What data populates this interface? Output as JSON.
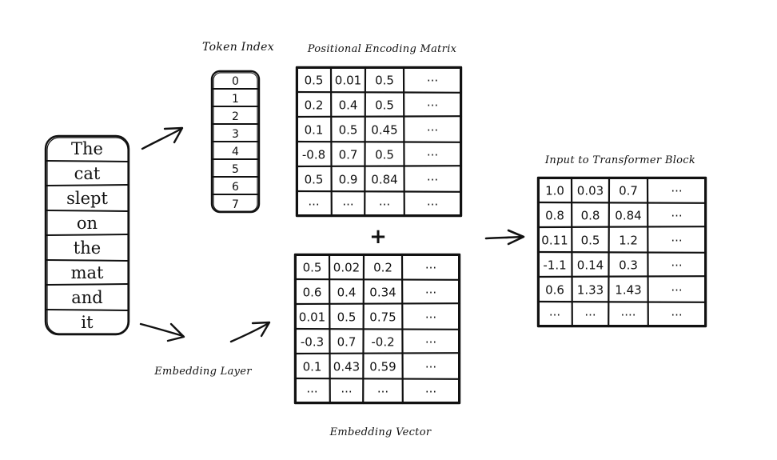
{
  "labels": {
    "token_index": "Token Index",
    "positional_encoding": "Positional Encoding Matrix",
    "input_to_transformer": "Input to Transformer Block",
    "embedding_layer": "Embedding Layer",
    "embedding_vector": "Embedding Vector",
    "plus": "+"
  },
  "tokens": [
    "The",
    "cat",
    "slept",
    "on",
    "the",
    "mat",
    "and",
    "it"
  ],
  "token_indices": [
    "0",
    "1",
    "2",
    "3",
    "4",
    "5",
    "6",
    "7"
  ],
  "positional_encoding_matrix": [
    [
      "0.5",
      "0.01",
      "0.5",
      "..."
    ],
    [
      "0.2",
      "0.4",
      "0.5",
      "..."
    ],
    [
      "0.1",
      "0.5",
      "0.45",
      "..."
    ],
    [
      "-0.8",
      "0.7",
      "0.5",
      "..."
    ],
    [
      "0.5",
      "0.9",
      "0.84",
      "..."
    ],
    [
      "...",
      "...",
      "...",
      "..."
    ]
  ],
  "embedding_vector_matrix": [
    [
      "0.5",
      "0.02",
      "0.2",
      "..."
    ],
    [
      "0.6",
      "0.4",
      "0.34",
      "..."
    ],
    [
      "0.01",
      "0.5",
      "0.75",
      "..."
    ],
    [
      "-0.3",
      "0.7",
      "-0.2",
      "..."
    ],
    [
      "0.1",
      "0.43",
      "0.59",
      "..."
    ],
    [
      "...",
      "...",
      "...",
      "..."
    ]
  ],
  "transformer_input_matrix": [
    [
      "1.0",
      "0.03",
      "0.7",
      "..."
    ],
    [
      "0.8",
      "0.8",
      "0.84",
      "..."
    ],
    [
      "0.11",
      "0.5",
      "1.2",
      "..."
    ],
    [
      "-1.1",
      "0.14",
      "0.3",
      "..."
    ],
    [
      "0.6",
      "1.33",
      "1.43",
      "..."
    ],
    [
      "...",
      "...",
      "....",
      "..."
    ]
  ]
}
